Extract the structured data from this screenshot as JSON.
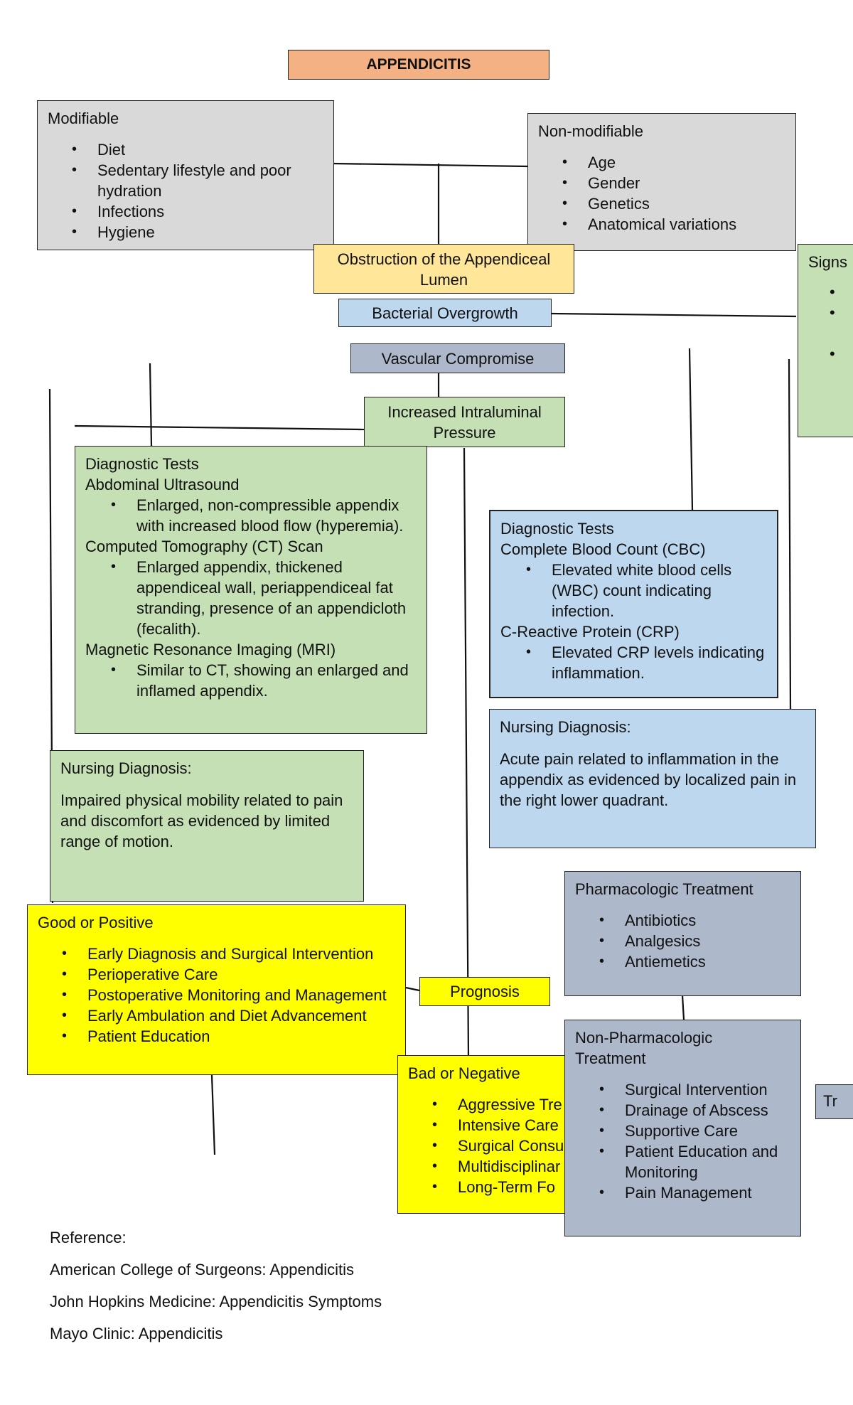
{
  "title": "APPENDICITIS",
  "modifiable": {
    "heading": "Modifiable",
    "items": [
      "Diet",
      "Sedentary lifestyle and poor hydration",
      "Infections",
      "Hygiene"
    ]
  },
  "non_modifiable": {
    "heading": "Non-modifiable",
    "items": [
      "Age",
      "Gender",
      "Genetics",
      "Anatomical variations"
    ]
  },
  "signs": {
    "heading": "Signs"
  },
  "pathway": {
    "obstruction": "Obstruction of the Appendiceal Lumen",
    "bacterial": "Bacterial Overgrowth",
    "vascular": "Vascular Compromise",
    "pressure": "Increased Intraluminal Pressure"
  },
  "diag_imaging": {
    "heading": "Diagnostic Tests",
    "us_title": "Abdominal Ultrasound",
    "us_items": [
      "Enlarged, non-compressible appendix with increased blood flow (hyperemia)."
    ],
    "ct_title": "Computed Tomography (CT) Scan",
    "ct_items": [
      "Enlarged appendix, thickened appendiceal wall, periappendiceal fat stranding, presence of an appendicloth (fecalith)."
    ],
    "mri_title": "Magnetic Resonance Imaging (MRI)",
    "mri_items": [
      "Similar to CT, showing an enlarged and inflamed appendix."
    ]
  },
  "diag_lab": {
    "heading": "Diagnostic Tests",
    "cbc_title": "Complete Blood Count (CBC)",
    "cbc_items": [
      "Elevated white blood cells (WBC) count indicating infection."
    ],
    "crp_title": "C-Reactive Protein (CRP)",
    "crp_items": [
      "Elevated CRP levels indicating inflammation."
    ]
  },
  "nursing_left": {
    "heading": "Nursing Diagnosis:",
    "text": "Impaired physical mobility related to pain and discomfort as evidenced by limited range of motion."
  },
  "nursing_right": {
    "heading": "Nursing Diagnosis:",
    "text": "Acute pain related to inflammation in the appendix as evidenced by localized pain in the right lower quadrant."
  },
  "good": {
    "heading": "Good or Positive",
    "items": [
      "Early Diagnosis and Surgical Intervention",
      "Perioperative Care",
      "Postoperative Monitoring and Management",
      "Early Ambulation and Diet Advancement",
      "Patient Education"
    ]
  },
  "prognosis": "Prognosis",
  "bad": {
    "heading": "Bad or Negative",
    "items": [
      "Aggressive Tre",
      "Intensive Care",
      "Surgical Consu",
      "Multidisciplinar",
      "Long-Term Fo"
    ]
  },
  "pharma": {
    "heading": "Pharmacologic Treatment",
    "items": [
      "Antibiotics",
      "Analgesics",
      "Antiemetics"
    ]
  },
  "nonpharma": {
    "heading": "Non-Pharmacologic Treatment",
    "items": [
      "Surgical Intervention",
      "Drainage of Abscess",
      "Supportive Care",
      "Patient Education and Monitoring",
      "Pain Management"
    ]
  },
  "tr_label": "Tr",
  "references": {
    "heading": "Reference:",
    "items": [
      "American College of Surgeons: Appendicitis",
      "John Hopkins Medicine: Appendicitis Symptoms",
      "Mayo Clinic: Appendicitis"
    ]
  },
  "colors": {
    "title": "#f4b183",
    "risk": "#d9d9d9",
    "obstruction": "#ffe699",
    "bacterial": "#bdd7ee",
    "vascular": "#adb9ca",
    "green": "#c5e0b4",
    "blue": "#bdd7ee",
    "yellow": "#ffff00"
  }
}
